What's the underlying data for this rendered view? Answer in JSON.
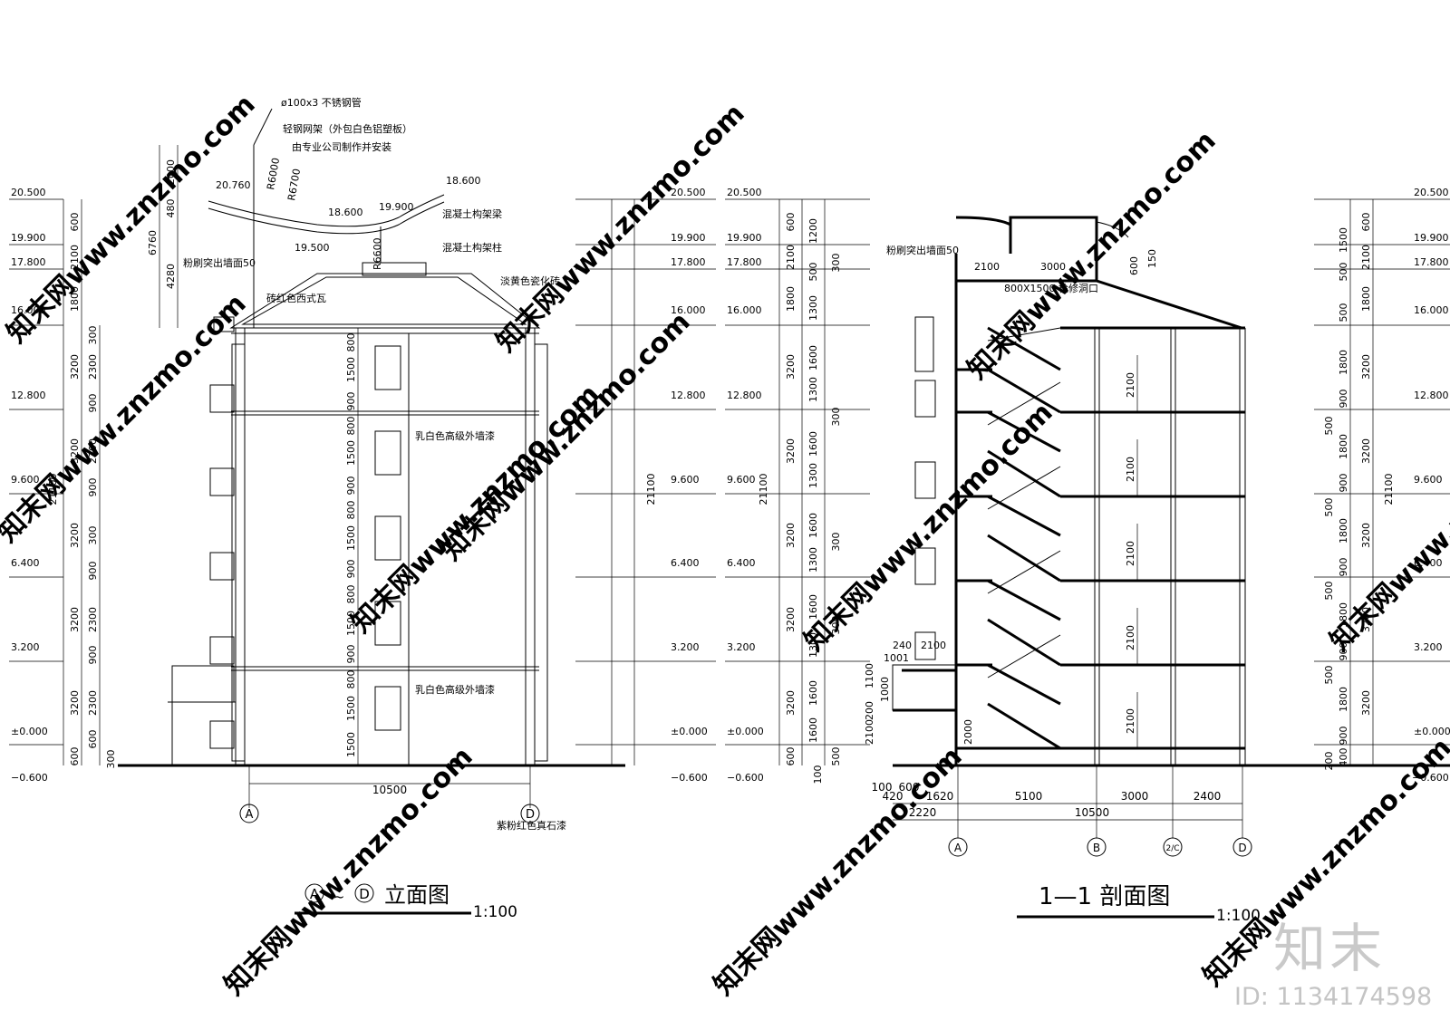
{
  "elevation": {
    "title_left": "A",
    "title_sep": "~",
    "title_right": "D",
    "title_text": "立面图",
    "scale": "1:100",
    "total_height": "21100",
    "overall_height_note": "6760",
    "width_dim": "10500",
    "axis_left": "A",
    "axis_right": "D",
    "levels": [
      "20.500",
      "19.900",
      "17.800",
      "16.000",
      "12.800",
      "9.600",
      "6.400",
      "3.200",
      "±0.000",
      "−0.600"
    ],
    "top_dims": [
      "2000",
      "480",
      "4280"
    ],
    "roof_levels": [
      "20.760",
      "18.600",
      "19.900",
      "19.500",
      "18.600"
    ],
    "radius_labels": [
      "R6000",
      "R6700",
      "R6600"
    ],
    "notes": [
      "ø100x3 不锈钢管",
      "轻钢网架（外包白色铝塑板）",
      "由专业公司制作并安装",
      "混凝土构架梁",
      "混凝土构架柱",
      "粉刷突出墙面50",
      "砖红色西式瓦",
      "淡黄色瓷化砖",
      "乳白色高级外墙漆",
      "乳白色高级外墙漆",
      "紫粉红色真石漆"
    ],
    "left_dims_outer": [
      "600",
      "2100",
      "1800",
      "3200",
      "3200",
      "3200",
      "3200",
      "3200",
      "600"
    ],
    "left_dims_inner": [
      "300",
      "2300",
      "300",
      "900",
      "2300",
      "300",
      "900",
      "2300",
      "300",
      "900",
      "2300",
      "300",
      "900",
      "2300",
      "300",
      "600",
      "300"
    ],
    "window_dims": [
      "800",
      "1500",
      "900",
      "800",
      "1500",
      "900",
      "800",
      "1500",
      "900",
      "800",
      "1500",
      "900",
      "800",
      "1500",
      "1500"
    ]
  },
  "section": {
    "title_text": "1—1 剖面图",
    "scale": "1:100",
    "total_height": "21100",
    "width_dim": "10500",
    "bays": [
      "420",
      "1620",
      "5100",
      "3000",
      "2400"
    ],
    "sub_dims": [
      "100",
      "600",
      "2220"
    ],
    "axes": [
      "A",
      "B",
      "2/C",
      "D"
    ],
    "stair_heights": [
      "2100",
      "2100",
      "2100",
      "2100",
      "2100"
    ],
    "notes": [
      "粉刷突出墙面50",
      "800X1500 检修洞口",
      "2100",
      "3000",
      "150",
      "600"
    ],
    "left_levels": [
      "20.500",
      "19.900",
      "17.800",
      "16.000",
      "12.800",
      "9.600",
      "6.400",
      "3.200",
      "±0.000",
      "−0.600"
    ],
    "right_levels": [
      "20.500",
      "19.900",
      "17.800",
      "16.000",
      "12.800",
      "9.600",
      "6.400",
      "3.200",
      "±0.000",
      "−0.600"
    ],
    "left_dims": [
      "600",
      "1200",
      "2100",
      "500",
      "300",
      "1800",
      "1300",
      "3200",
      "1600",
      "300",
      "1300",
      "3200",
      "1600",
      "300",
      "1300",
      "3200",
      "1600",
      "300",
      "1300",
      "3200",
      "1600",
      "300",
      "1300",
      "3200",
      "1600",
      "600",
      "500",
      "100"
    ],
    "right_dims": [
      "600",
      "1500",
      "2100",
      "500",
      "1800",
      "500",
      "3200",
      "1800",
      "900",
      "500",
      "3200",
      "1800",
      "900",
      "500",
      "3200",
      "1800",
      "900",
      "500",
      "3200",
      "1800",
      "900",
      "500",
      "3200",
      "1800",
      "900",
      "400",
      "200"
    ],
    "porch_dims": [
      "240",
      "2100",
      "1001",
      "1100",
      "200",
      "1000",
      "2100",
      "2000"
    ]
  },
  "brand": "知末",
  "id_label": "ID: 1134174598",
  "watermark": "知末网www.znzmo.com"
}
